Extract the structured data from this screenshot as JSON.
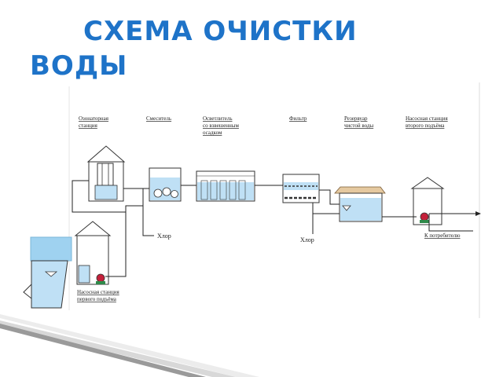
{
  "title": {
    "line1": "СХЕМА ОЧИСТКИ",
    "line2": "ВОДЫ"
  },
  "labels": {
    "ozonator_1": "Озонаторная",
    "ozonator_2": "станция",
    "mixer": "Смеситель",
    "clarifier_1": "Осветлитель",
    "clarifier_2": "со взвешенным",
    "clarifier_3": "осадком",
    "filter": "Фильтр",
    "reservoir_1": "Резервуар",
    "reservoir_2": "чистой воды",
    "pump2_1": "Насосная станция",
    "pump2_2": "второго подъёма",
    "chlorine_1": "Хлор",
    "chlorine_2": "Хлор",
    "pump1_1": "Насосная станция",
    "pump1_2": "первого подъёма",
    "consumer": "К потребителю"
  },
  "colors": {
    "title": "#1e73c8",
    "water": "#bfe0f5",
    "source_water": "#9fd2f0",
    "line": "#222222",
    "pump": "#c4203a",
    "pump_body": "#2f8a4a"
  }
}
